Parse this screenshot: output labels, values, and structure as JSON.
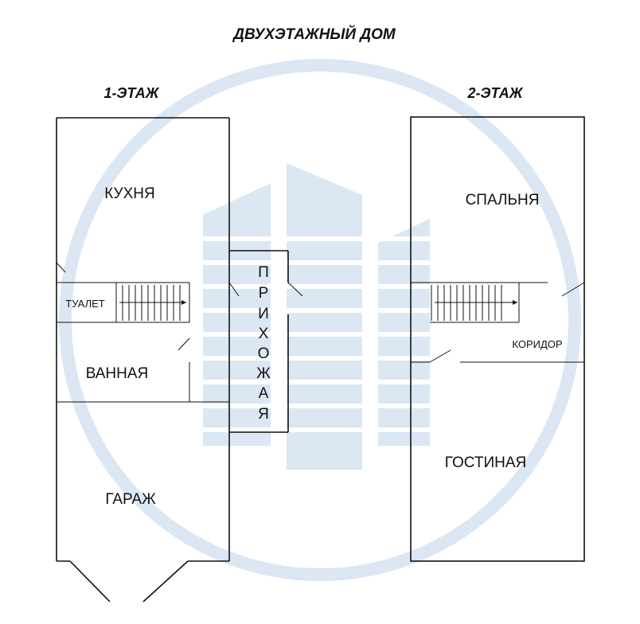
{
  "title": "ДВУХЭТАЖНЫЙ ДОМ",
  "floor1": {
    "label": "1-ЭТАЖ",
    "rooms": {
      "kitchen": "КУХНЯ",
      "toilet": "ТУАЛЕТ",
      "bathroom": "ВАННАЯ",
      "garage": "ГАРАЖ",
      "hallway_letters": [
        "П",
        "Р",
        "И",
        "Х",
        "О",
        "Ж",
        "А",
        "Я"
      ]
    }
  },
  "floor2": {
    "label": "2-ЭТАЖ",
    "rooms": {
      "bedroom": "СПАЛЬНЯ",
      "corridor": "КОРИДОР",
      "living_room": "ГОСТИНАЯ"
    }
  },
  "colors": {
    "watermark": "#dbe7f3",
    "lines": "#111111"
  }
}
